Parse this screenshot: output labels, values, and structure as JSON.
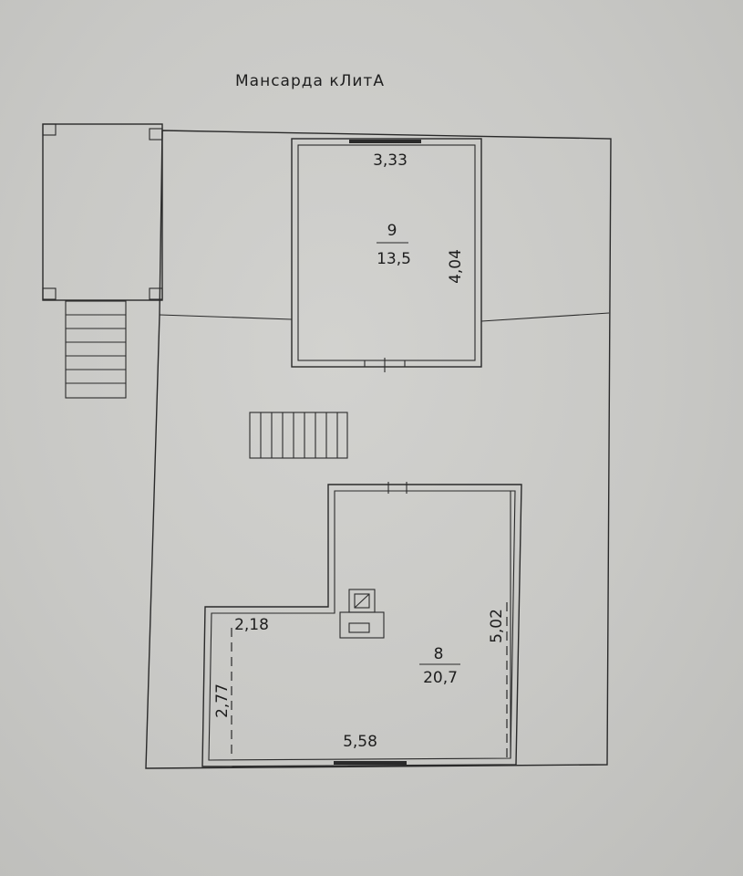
{
  "title": "Мансарда кЛитА",
  "rooms": [
    {
      "number": "9",
      "area": "13,5"
    },
    {
      "number": "8",
      "area": "20,7"
    }
  ],
  "dimensions": {
    "room9_width": "3,33",
    "room9_length": "4,04",
    "room8_width": "5,58",
    "room8_length": "5,02",
    "room8_left_width": "2,18",
    "room8_left_length": "2,77"
  }
}
